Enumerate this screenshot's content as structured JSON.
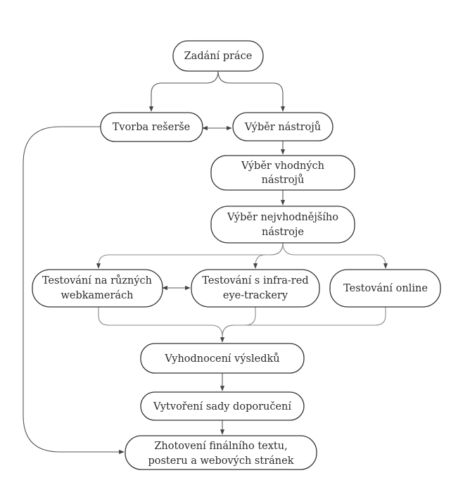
{
  "nodes": {
    "assignment": {
      "lines": [
        "Zadání práce"
      ]
    },
    "research": {
      "lines": [
        "Tvorba rešerše"
      ]
    },
    "tool_selection": {
      "lines": [
        "Výběr nástrojů"
      ]
    },
    "suitable_tools": {
      "lines": [
        "Výběr vhodných",
        "nástrojů"
      ]
    },
    "best_tool": {
      "lines": [
        "Výběr nejvhodnějšího",
        "nástroje"
      ]
    },
    "test_webcams": {
      "lines": [
        "Testování na různých",
        "webkamerách"
      ]
    },
    "test_infrared": {
      "lines": [
        "Testování s infra-red",
        "eye-trackery"
      ]
    },
    "test_online": {
      "lines": [
        "Testování online"
      ]
    },
    "evaluation": {
      "lines": [
        "Vyhodnocení výsledků"
      ]
    },
    "recommendations": {
      "lines": [
        "Vytvoření sady doporučení"
      ]
    },
    "final_outputs": {
      "lines": [
        "Zhotovení finálního textu,",
        "posteru a webových stránek"
      ]
    }
  }
}
